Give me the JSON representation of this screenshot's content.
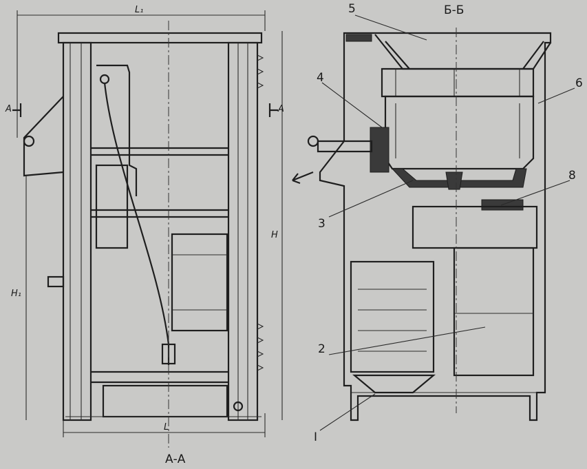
{
  "labels": {
    "dim_l1": "L₁",
    "dim_l": "L",
    "dim_h": "H",
    "dim_h1": "H₁",
    "cut_a_left": "А",
    "cut_a_right": "А",
    "section_left": "А-А",
    "section_right": "Б-Б",
    "callout_1": "I",
    "callout_2": "2",
    "callout_3": "3",
    "callout_4": "4",
    "callout_5": "5",
    "callout_6": "6",
    "callout_8": "8"
  }
}
